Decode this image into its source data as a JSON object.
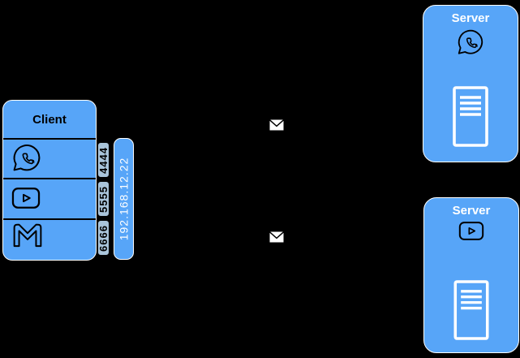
{
  "colors": {
    "background": "#000000",
    "node_blue": "#57A5F8",
    "node_outline": "#FFFFFF",
    "port_fill": "#A9C4DA",
    "port_outline": "#000000",
    "text_dark": "#000000",
    "text_light": "#FFFFFF"
  },
  "client": {
    "title": "Client",
    "apps": [
      {
        "icon": "whatsapp-icon"
      },
      {
        "icon": "youtube-icon"
      },
      {
        "icon": "gmail-icon"
      }
    ],
    "ports": [
      {
        "label": "4444"
      },
      {
        "label": "5555"
      },
      {
        "label": "6666"
      }
    ],
    "ip": "192.168.12.22"
  },
  "servers": [
    {
      "title": "Server",
      "app_icon": "whatsapp-icon",
      "hardware_icon": "server-tower-icon"
    },
    {
      "title": "Server",
      "app_icon": "youtube-icon",
      "hardware_icon": "server-tower-icon"
    }
  ],
  "messages": [
    {
      "icon": "envelope-icon"
    },
    {
      "icon": "envelope-icon"
    }
  ]
}
